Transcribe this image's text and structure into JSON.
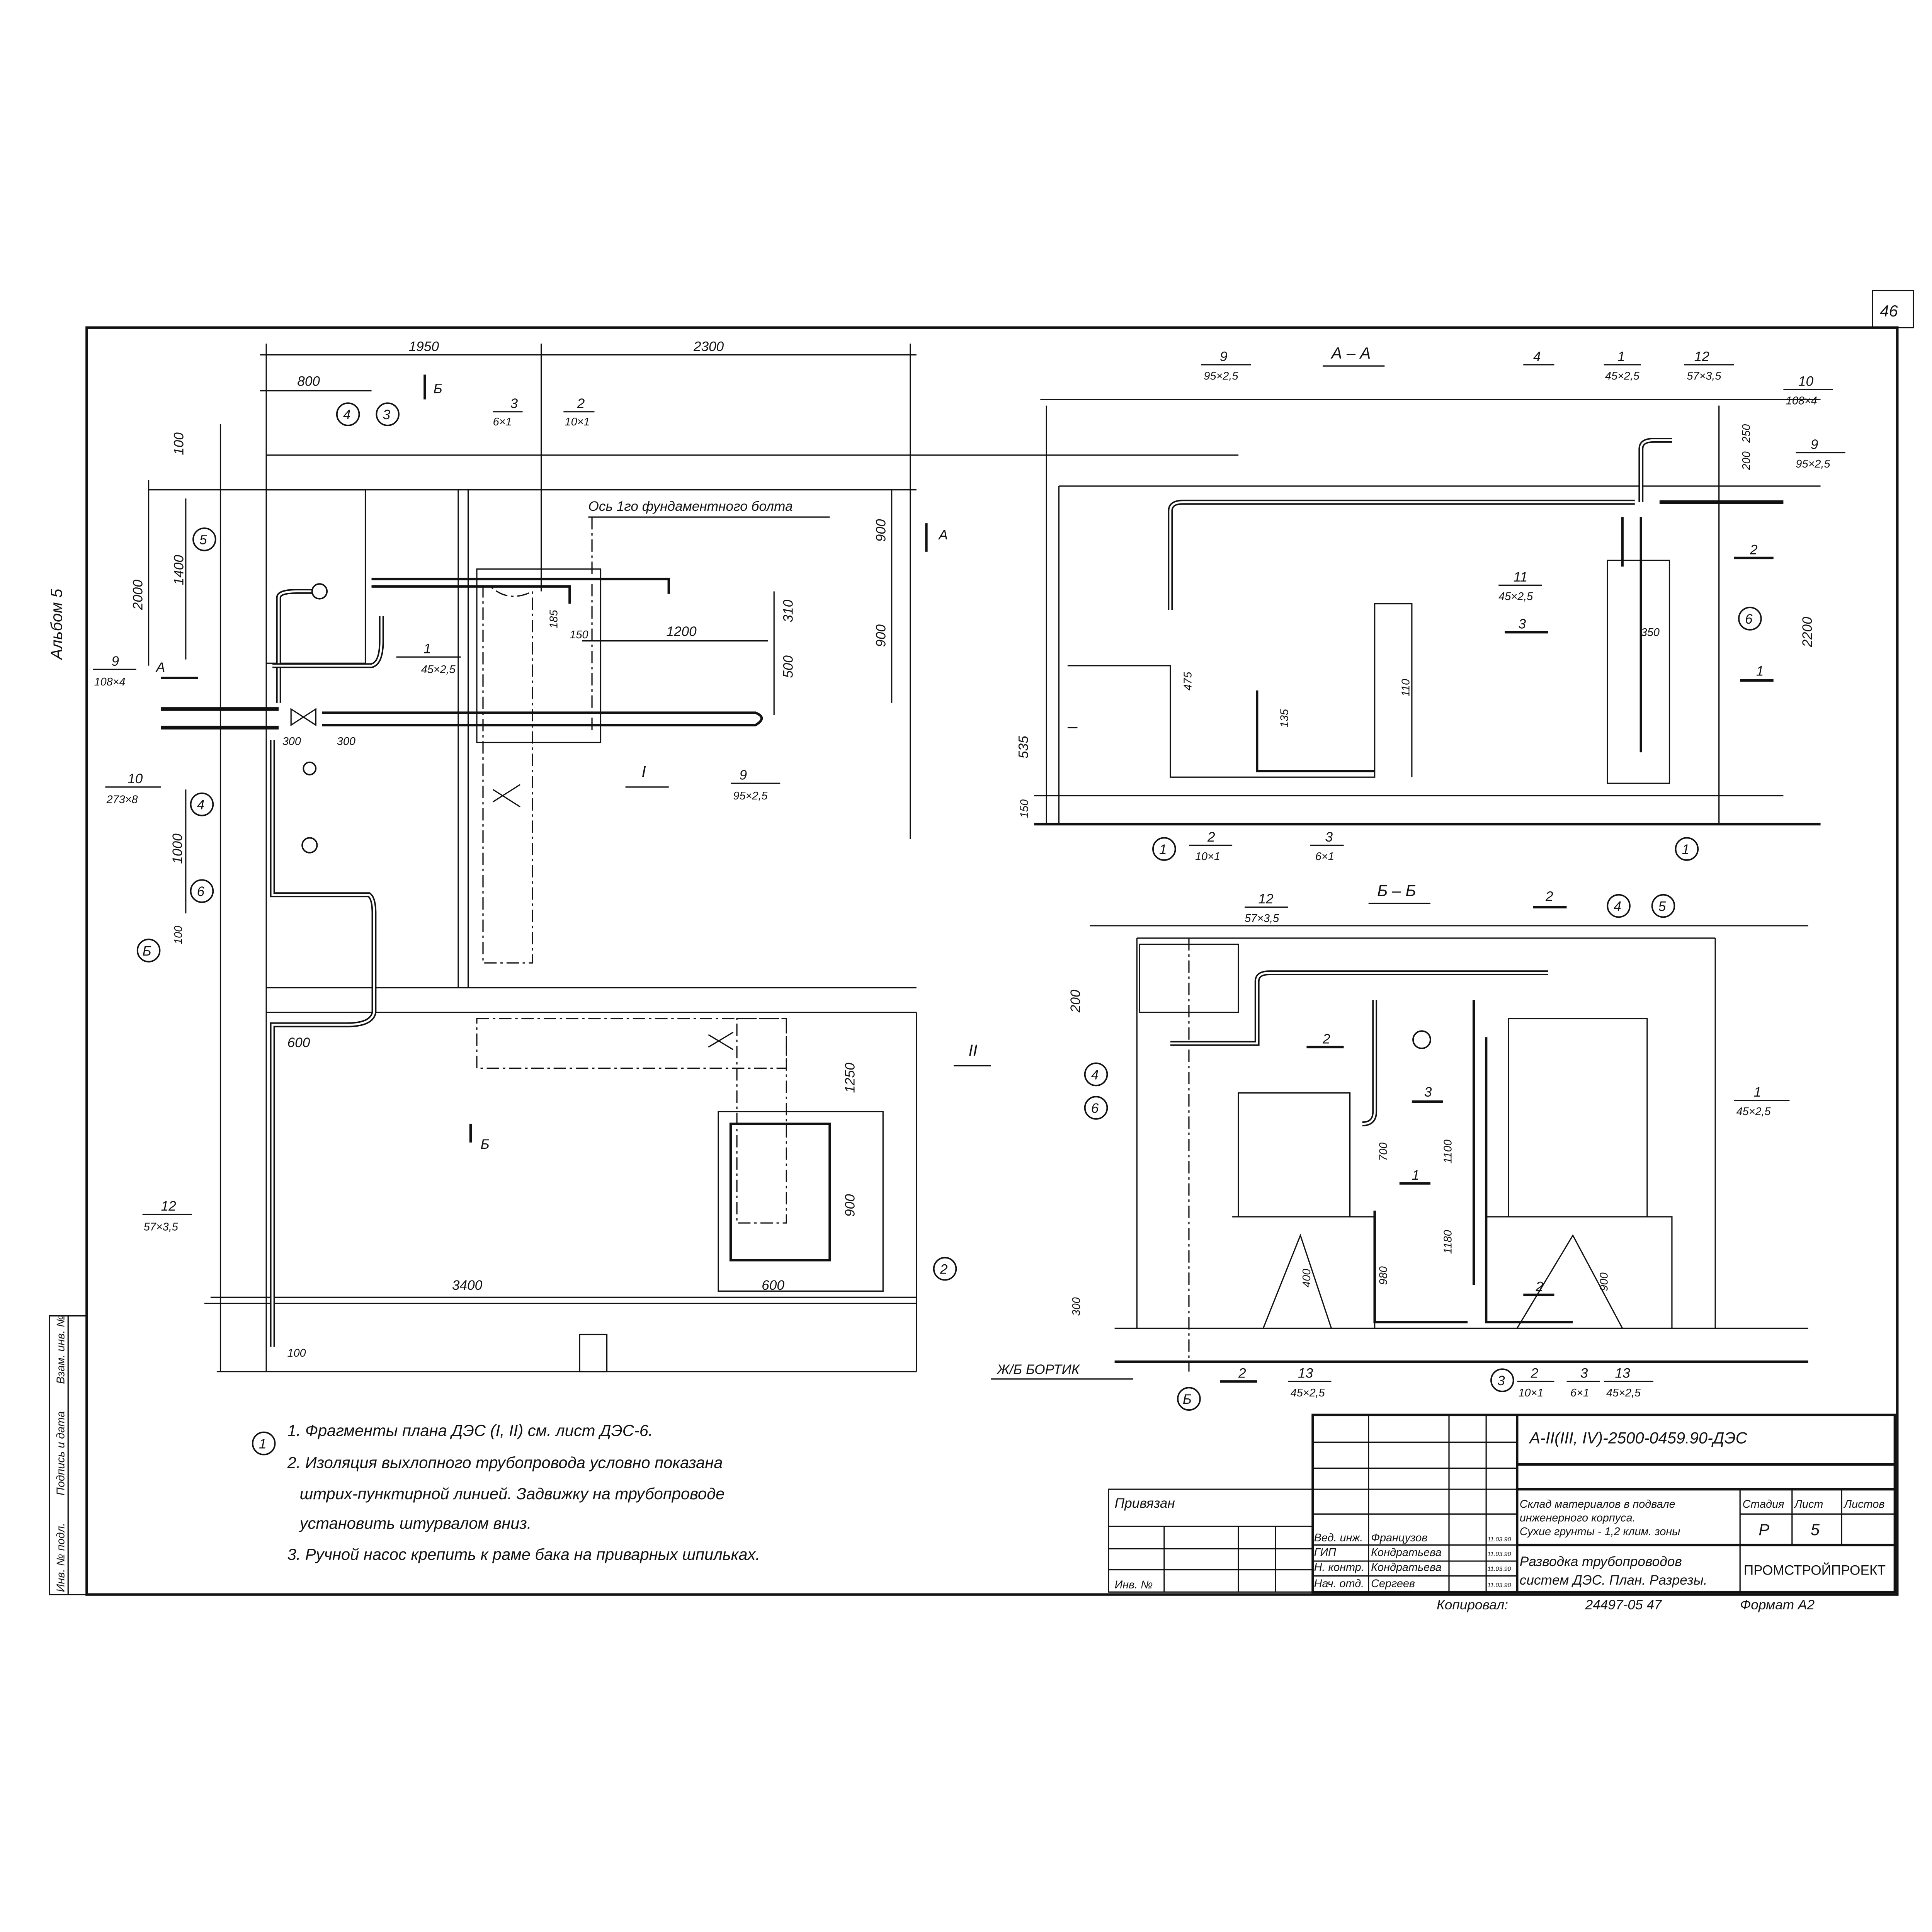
{
  "sheet_number": "46",
  "album_label": "Альбом 5",
  "side_stamp": [
    "Инв. № подл.",
    "Подпись и дата",
    "Взам. инв. №"
  ],
  "plan": {
    "dims": {
      "d1950": "1950",
      "d2300": "2300",
      "d800": "800",
      "d100": "100",
      "d1400": "1400",
      "d2000": "2000",
      "d900a": "900",
      "d900b": "900",
      "d310": "310",
      "d500": "500",
      "d1200": "1200",
      "d150": "150",
      "d185": "185",
      "d300a": "300",
      "d300b": "300",
      "d1000": "1000",
      "d100b": "100",
      "d600": "600",
      "d1250": "1250",
      "d900c": "900",
      "d3400": "3400",
      "d600b": "600",
      "d100c": "100"
    },
    "section_marks": {
      "a": "А",
      "a2": "А",
      "b": "Б",
      "b2": "Б"
    },
    "bolt_axis_note": "Ось 1го фундаментного болта",
    "callouts": {
      "c3": {
        "num": "3",
        "size": "6×1"
      },
      "c2": {
        "num": "2",
        "size": "10×1"
      },
      "c1": {
        "num": "1",
        "size": "45×2,5"
      },
      "c9a": {
        "num": "9",
        "size": "108×4"
      },
      "c10": {
        "num": "10",
        "size": "273×8"
      },
      "c9b": {
        "num": "9",
        "size": "95×2,5"
      },
      "c12": {
        "num": "12",
        "size": "57×3,5"
      }
    },
    "fragments": {
      "f1": "I",
      "f2": "II"
    },
    "circles": [
      "4",
      "3",
      "5",
      "4",
      "6",
      "Б",
      "1",
      "2"
    ]
  },
  "section_aa": {
    "title": "А – А",
    "dims": [
      "250",
      "200",
      "2200",
      "350",
      "475",
      "135",
      "110",
      "535",
      "150"
    ],
    "callouts": {
      "c9a": {
        "num": "9",
        "size": "95×2,5"
      },
      "c4": {
        "num": "4"
      },
      "c1": {
        "num": "1",
        "size": "45×2,5"
      },
      "c12": {
        "num": "12",
        "size": "57×3,5"
      },
      "c10": {
        "num": "10",
        "size": "108×4"
      },
      "c9b": {
        "num": "9",
        "size": "95×2,5"
      },
      "c11": {
        "num": "11",
        "size": "45×2,5"
      },
      "c2": {
        "num": "2"
      },
      "c3": {
        "num": "3"
      },
      "c1b": {
        "num": "1"
      },
      "c2b": {
        "num": "2",
        "size": "10×1"
      },
      "c3b": {
        "num": "3",
        "size": "6×1"
      }
    },
    "circles": [
      "6",
      "1",
      "1"
    ]
  },
  "section_bb": {
    "title": "Б – Б",
    "dims": [
      "200",
      "700",
      "1100",
      "1180",
      "980",
      "900",
      "400",
      "300"
    ],
    "callouts": {
      "c12": {
        "num": "12",
        "size": "57×3,5"
      },
      "c2a": {
        "num": "2"
      },
      "c2b": {
        "num": "2"
      },
      "c3": {
        "num": "3"
      },
      "c1": {
        "num": "1",
        "size": "45×2,5"
      },
      "c1b": {
        "num": "1"
      },
      "c2c": {
        "num": "2"
      },
      "c2d": {
        "num": "2"
      },
      "c13a": {
        "num": "13",
        "size": "45×2,5"
      },
      "c2e": {
        "num": "2",
        "size": "10×1"
      },
      "c3b": {
        "num": "3",
        "size": "6×1"
      },
      "c13b": {
        "num": "13",
        "size": "45×2,5"
      }
    },
    "board_label": "Ж/Б БОРТИК",
    "circles": [
      "4",
      "5",
      "4",
      "6",
      "Б",
      "3"
    ]
  },
  "notes": [
    "1. Фрагменты плана ДЭС (I, II) см. лист ДЭС-6.",
    "2. Изоляция выхлопного трубопровода условно показана",
    "штрих-пунктирной линией. Задвижку на трубопроводе",
    "установить штурвалом вниз.",
    "3. Ручной насос крепить к раме бака на приварных шпильках."
  ],
  "title_block": {
    "doc_code": "А-II(III, IV)-2500-0459.90-ДЭС",
    "tied_label": "Привязан",
    "inv_label": "Инв. №",
    "object_name": [
      "Склад материалов в подвале",
      "инженерного корпуса.",
      "Сухие грунты - 1,2 клим. зоны"
    ],
    "sheet_title": [
      "Разводка трубопроводов",
      "систем ДЭС. План. Разрезы."
    ],
    "stage_label": "Стадия",
    "sheet_label": "Лист",
    "sheets_label": "Листов",
    "stage": "Р",
    "sheet": "5",
    "sheets": "",
    "organization": "ПРОМСТРОЙПРОЕКТ",
    "signers": [
      {
        "role": "Вед. инж.",
        "name": "Французов",
        "date": "11.03.90"
      },
      {
        "role": "ГИП",
        "name": "Кондратьева",
        "date": "11.03.90"
      },
      {
        "role": "Н. контр.",
        "name": "Кондратьева",
        "date": "11.03.90"
      },
      {
        "role": "Нач. отд.",
        "name": "Сергеев",
        "date": "11.03.90"
      }
    ],
    "copied_label": "Копировал:",
    "order_number": "24497-05  47",
    "format": "Формат А2"
  }
}
